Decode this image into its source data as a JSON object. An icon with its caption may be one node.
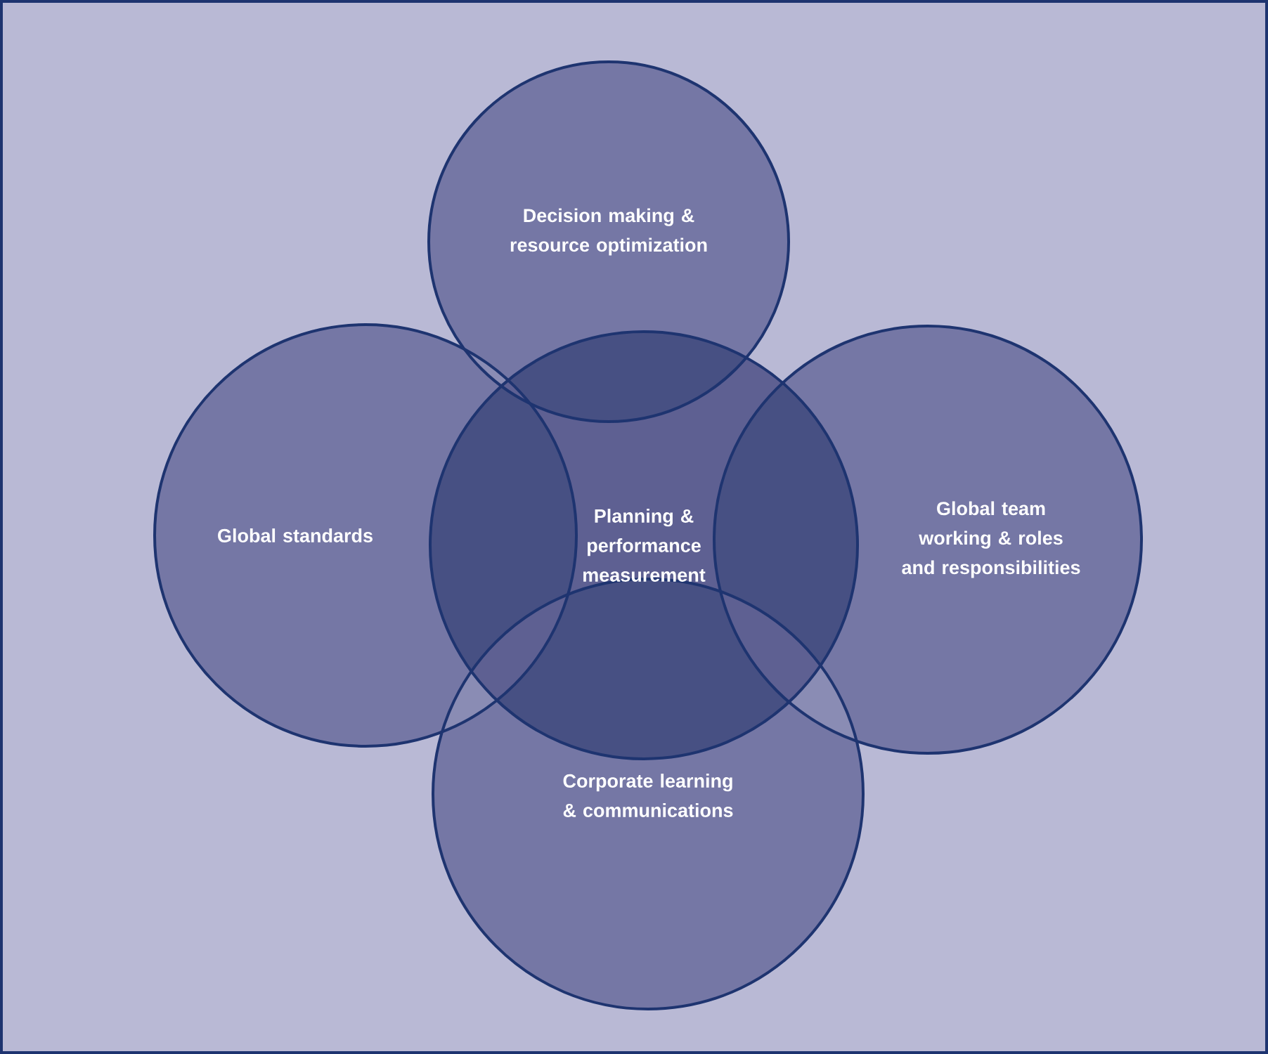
{
  "diagram": {
    "nodes": [
      {
        "text": [
          "Decision making & resource optimization"
        ]
      },
      {
        "text": [
          "Global standards"
        ]
      },
      {
        "text": [
          "Planning & performance measurement"
        ]
      },
      {
        "text": [
          "Global team working & roles and responsibilities"
        ]
      },
      {
        "text": [
          "Corporate learning & communications"
        ]
      }
    ]
  }
}
